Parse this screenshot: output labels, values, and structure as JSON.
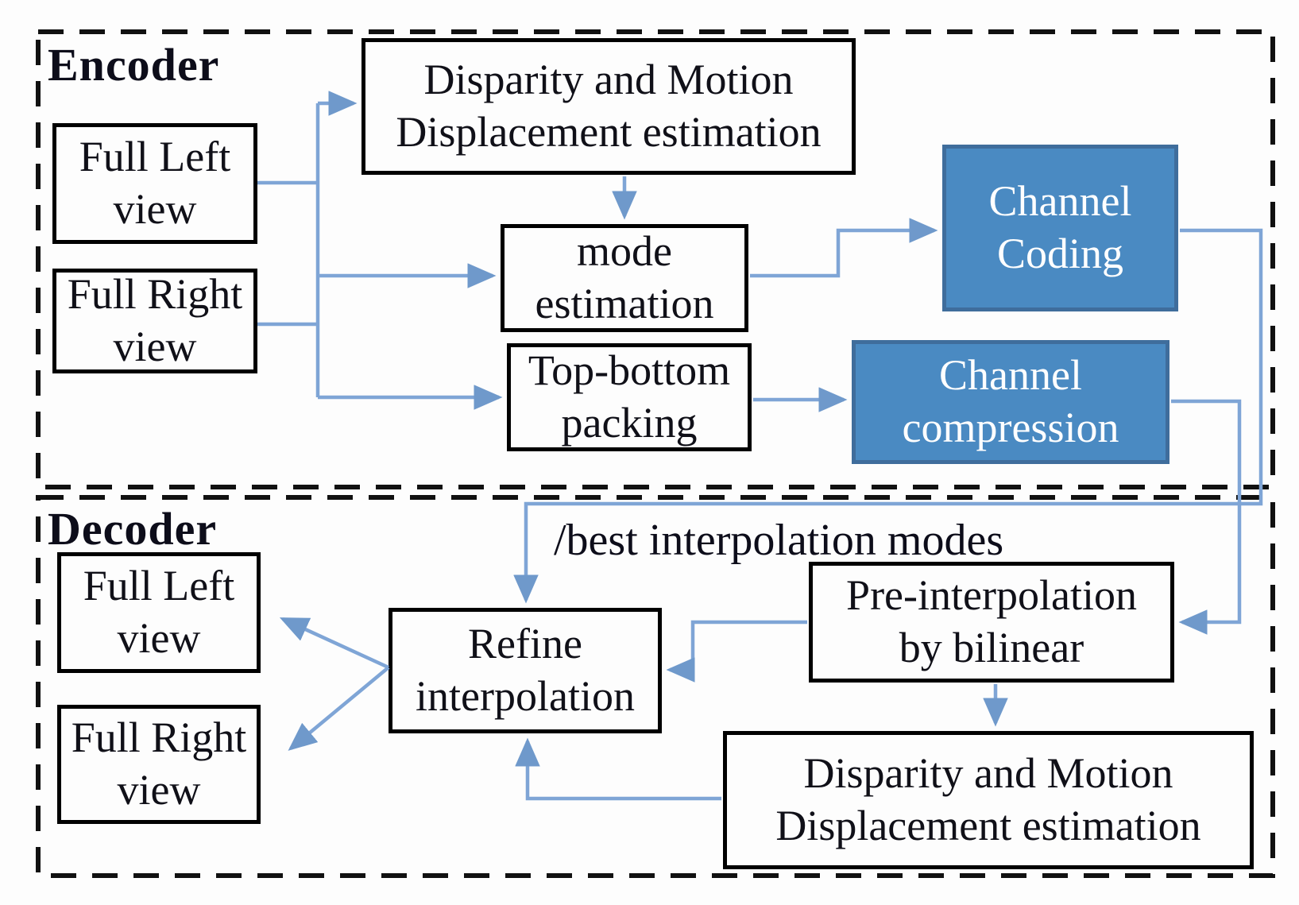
{
  "figure": {
    "encoder": {
      "label": "Encoder",
      "nodes": {
        "full_left": {
          "line1": "Full Left",
          "line2": "view"
        },
        "full_right": {
          "line1": "Full Right",
          "line2": "view"
        },
        "disparity": {
          "line1": "Disparity and  Motion",
          "line2": "Displacement estimation"
        },
        "mode_estimation": {
          "line1": "mode",
          "line2": "estimation"
        },
        "top_bottom": {
          "line1": "Top-bottom",
          "line2": "packing"
        },
        "channel_coding": {
          "line1": "Channel",
          "line2": "Coding"
        },
        "channel_compression": {
          "line1": "Channel",
          "line2": "compression"
        }
      }
    },
    "decoder": {
      "label": "Decoder",
      "flow_label": "/best interpolation modes",
      "nodes": {
        "full_left": {
          "line1": "Full Left",
          "line2": "view"
        },
        "full_right": {
          "line1": "Full Right",
          "line2": "view"
        },
        "refine": {
          "line1": "Refine",
          "line2": "interpolation"
        },
        "pre_interpolation": {
          "line1": "Pre-interpolation",
          "line2": "by bilinear"
        },
        "disparity": {
          "line1": "Disparity and  Motion",
          "line2": "Displacement estimation"
        }
      }
    },
    "colors": {
      "channel_box_fill": "#4a8ac2",
      "channel_box_border": "#3f6d9c",
      "connector_blue": "#7fa5d6",
      "arrowhead_blue": "#6f99cb",
      "node_border": "#000000",
      "dashed_border": "#111111"
    }
  }
}
